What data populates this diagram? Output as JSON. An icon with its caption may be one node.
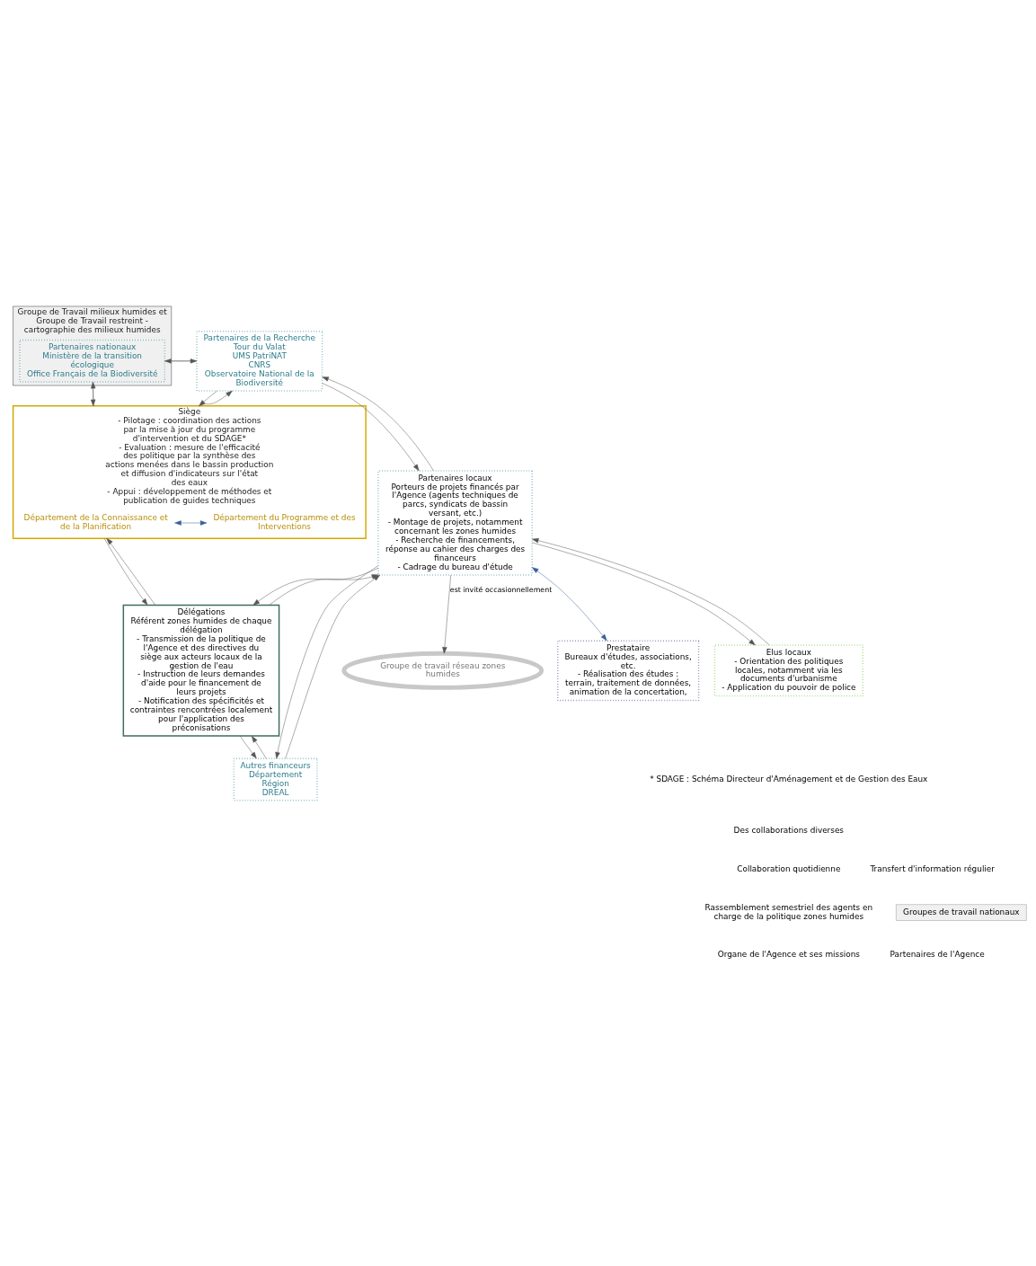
{
  "diagram": {
    "nodes": [
      {
        "text": [
          "Groupe de Travail milieux humides et Groupe de Travail restreint - cartographie des milieux humides"
        ]
      },
      {
        "text": [
          "Partenaires nationaux",
          "Ministère de la transition écologique",
          "Office Français de la Biodiversité"
        ],
        "in": 0
      },
      {
        "text": [
          "Partenaires de la Recherche",
          "Tour du Valat",
          "UMS PatriNAT",
          "CNRS",
          "Observatoire National de la Biodiversité"
        ]
      },
      {
        "text": [
          "Siège",
          "- Pilotage : coordination des actions par la mise à jour du programme d'intervention et du SDAGE*",
          "- Evaluation : mesure de l'efficacité des politique par la synthèse des actions menées dans le bassin production et diffusion d'indicateurs sur l'état des eaux",
          "- Appui : développement de méthodes et publication de guides techniques"
        ]
      },
      {
        "text": [
          "Département de la Connaissance et de la Planification"
        ],
        "in": 3
      },
      {
        "text": [
          "Département du Programme et des Interventions"
        ],
        "in": 3
      },
      {
        "text": [
          "Groupe de travail réseau zones humides"
        ]
      },
      {
        "text": [
          "Délégations",
          "Référent zones humides de chaque délégation",
          "- Transmission de la politique de l'Agence et des directives du siège aux acteurs locaux de la gestion de l'eau",
          "- Instruction de leurs demandes d'aide pour le financement de leurs projets",
          "- Notification des spécificités et contraintes rencontrées localement pour l'application des préconisations"
        ]
      },
      {
        "text": [
          "Autres financeurs",
          "Département",
          "Région",
          "DREAL"
        ]
      },
      {
        "text": [
          "Partenaires locaux",
          "Porteurs de projets financés par l'Agence (agents techniques de parcs, syndicats de bassin versant, etc.)",
          "- Montage de projets, notamment concernant les zones humides",
          "- Recherche de financements, réponse au cahier des charges des financeurs",
          "- Cadrage du bureau d'étude"
        ]
      },
      {
        "text": [
          "Prestataire",
          "Bureaux d'études, associations, etc.",
          "- Réalisation des études : terrain, traitement de données, animation de la concertation,"
        ]
      },
      {
        "text": [
          "Elus locaux",
          "- Orientation des politiques locales, notamment via les documents d'urbanisme",
          "- Application du pouvoir de police"
        ]
      }
    ],
    "edges": [
      {
        "from": 2,
        "to": 1,
        "arrow": "to"
      },
      {
        "from": 1,
        "to": 2,
        "arrow": "to"
      },
      {
        "from": 1,
        "to": 3,
        "arrow": "to"
      },
      {
        "from": 3,
        "to": 1,
        "arrow": "to"
      },
      {
        "from": 2,
        "to": 3,
        "arrow": "to"
      },
      {
        "from": 3,
        "to": 2,
        "arrow": "to"
      },
      {
        "from": 4,
        "to": 5,
        "arrow": "both",
        "color": "#3a5f9e"
      },
      {
        "from": 3,
        "to": 7,
        "arrow": "to"
      },
      {
        "from": 7,
        "to": 3,
        "arrow": "to"
      },
      {
        "from": 8,
        "to": 7,
        "arrow": "to"
      },
      {
        "from": 7,
        "to": 8,
        "arrow": "to"
      },
      {
        "from": 9,
        "to": 8,
        "arrow": "to"
      },
      {
        "from": 8,
        "to": 9,
        "arrow": "to"
      },
      {
        "from": 9,
        "to": 6,
        "arrow": "to",
        "label": "est invité occasionnellement"
      },
      {
        "from": 7,
        "to": 9,
        "arrow": "to"
      },
      {
        "from": 9,
        "to": 7,
        "arrow": "to"
      },
      {
        "from": 2,
        "to": 9,
        "arrow": "to"
      },
      {
        "from": 9,
        "to": 2,
        "arrow": "to"
      },
      {
        "from": 9,
        "to": 10,
        "arrow": "both",
        "color": "#3a5f9e"
      },
      {
        "from": 11,
        "to": 9,
        "arrow": "to"
      },
      {
        "from": 9,
        "to": 11,
        "arrow": "to"
      }
    ],
    "labels": [
      "* SDAGE : Schéma Directeur d'Aménagement et de Gestion des Eaux",
      "Des collaborations diverses"
    ],
    "legend": [
      {
        "text": "Collaboration quotidienne"
      },
      {
        "text": "Transfert d'information régulier"
      },
      {
        "text": "Rassemblement semestriel des agents en charge de la politique zones humides"
      },
      {
        "text": "Groupes de travail nationaux",
        "color": "#f0f0f0"
      },
      {
        "text": "Organe de l'Agence et ses missions"
      },
      {
        "text": "Partenaires de l'Agence"
      }
    ]
  }
}
